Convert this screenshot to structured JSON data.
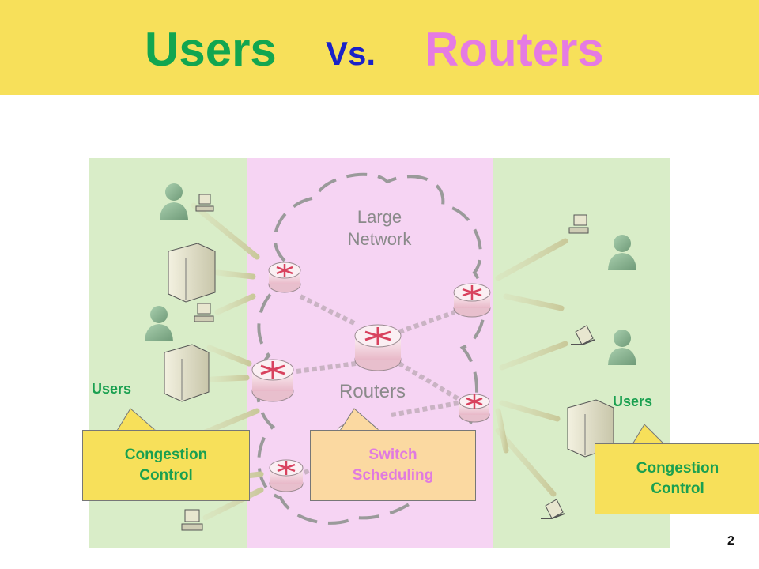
{
  "title": {
    "users": "Users",
    "vs": "Vs.",
    "routers": "Routers"
  },
  "network": {
    "large_network_line1": "Large",
    "large_network_line2": "Network",
    "routers_label": "Routers"
  },
  "labels": {
    "users_left": "Users",
    "users_right": "Users"
  },
  "callouts": {
    "left": {
      "line1": "Congestion",
      "line2": "Control"
    },
    "middle": {
      "line1": "Switch",
      "line2": "Scheduling"
    },
    "right": {
      "line1": "Congestion",
      "line2": "Control"
    }
  },
  "page_number": "2",
  "colors": {
    "banner": "#f7e05a",
    "users_green": "#12a650",
    "vs_blue": "#1a22c8",
    "routers_pink": "#e57be3",
    "panel_green": "#d9edc8",
    "panel_pink": "#f6d4f3",
    "callout_yellow": "#f7e05a",
    "callout_orange": "#fbd9a1"
  }
}
